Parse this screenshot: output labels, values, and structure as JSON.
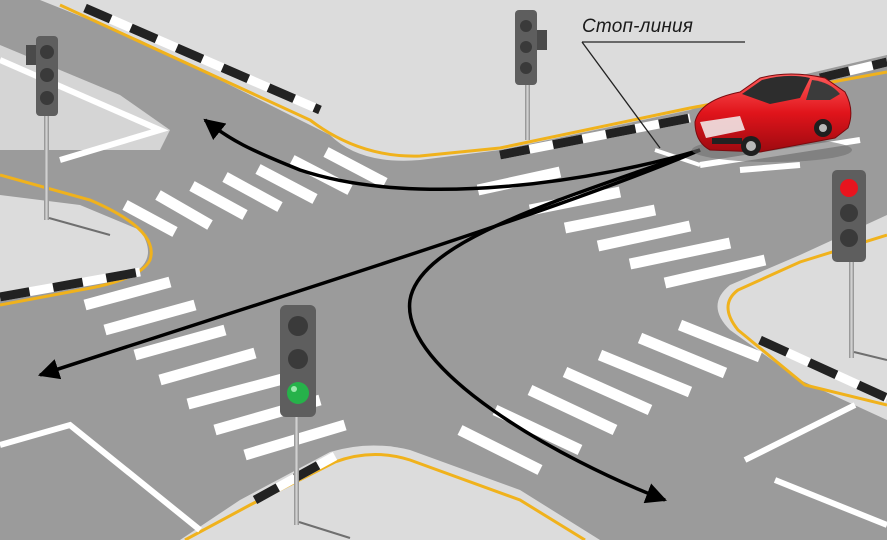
{
  "labels": {
    "stop_line": "Стоп-линия"
  },
  "colors": {
    "road": "#9b9b9b",
    "sidewalk": "#dcdcdc",
    "marking": "#ffffff",
    "curb_yellow": "#f0b21c",
    "car_body": "#e0141b",
    "signal_red": "#e8141e",
    "signal_green": "#26b24a",
    "signal_off": "#4a4a4a",
    "arrow": "#000000"
  },
  "traffic_lights": [
    {
      "name": "traffic-light-top-left",
      "active": "none"
    },
    {
      "name": "traffic-light-top-center",
      "active": "none"
    },
    {
      "name": "traffic-light-right",
      "active": "red"
    },
    {
      "name": "traffic-light-front",
      "active": "green"
    }
  ],
  "car": {
    "color": "red"
  }
}
